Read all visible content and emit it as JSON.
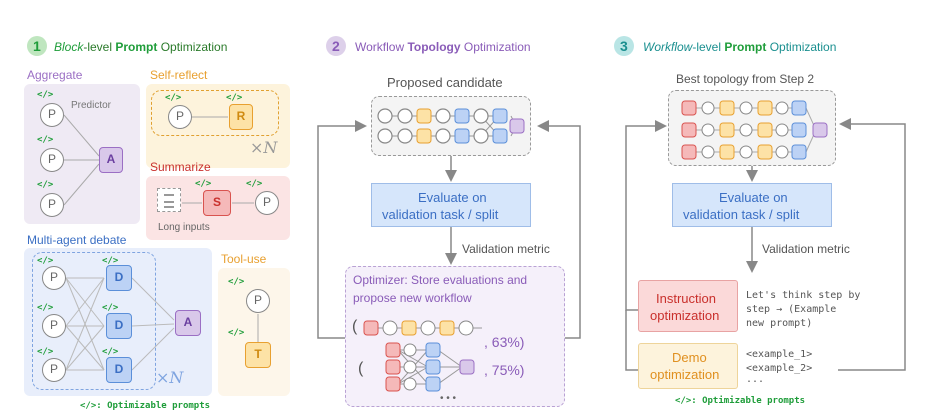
{
  "step1": {
    "number": "1",
    "title_italic": "Block",
    "title_mid": "-level ",
    "title_bold": "Prompt",
    "title_end": " Optimization",
    "aggregate": {
      "label": "Aggregate",
      "predictor": "Predictor",
      "node_p": "P",
      "node_a": "A"
    },
    "self_reflect": {
      "label": "Self-reflect",
      "node_p": "P",
      "node_r": "R",
      "times": "×N"
    },
    "summarize": {
      "label": "Summarize",
      "node_s": "S",
      "node_p": "P",
      "long_inputs": "Long inputs"
    },
    "debate": {
      "label": "Multi-agent debate",
      "node_p": "P",
      "node_d": "D",
      "node_a": "A",
      "times": "×N"
    },
    "tool_use": {
      "label": "Tool-use",
      "node_p": "P",
      "node_t": "T"
    },
    "code_tag": "</>",
    "footnote": "</>: Optimizable prompts"
  },
  "step2": {
    "number": "2",
    "title_start": "Workflow ",
    "title_bold": "Topology",
    "title_end": " Optimization",
    "proposed": "Proposed candidate",
    "evaluate_line1": "Evaluate on",
    "evaluate_line2": "validation task / split",
    "metric": "Validation metric",
    "optimizer_line1": "Optimizer: Store evaluations and",
    "optimizer_line2": "propose new workflow",
    "score1": ", 63%)",
    "score2": ", 75%)",
    "paren": "(",
    "ellipsis": "• • •"
  },
  "step3": {
    "number": "3",
    "title_italic": "Workflow",
    "title_mid": "-level ",
    "title_bold": "Prompt",
    "title_end": " Optimization",
    "best": "Best topology from Step 2",
    "evaluate_line1": "Evaluate on",
    "evaluate_line2": "validation task / split",
    "metric": "Validation metric",
    "instruction_line1": "Instruction",
    "instruction_line2": "optimization",
    "instruction_example_line1": "Let's think step by",
    "instruction_example_line2": "step → (Example",
    "instruction_example_line3": "new prompt)",
    "demo_line1": "Demo",
    "demo_line2": "optimization",
    "demo_example_line1": "<example_1>",
    "demo_example_line2": "<example_2>",
    "demo_example_line3": "...",
    "footnote": "</>: Optimizable prompts"
  },
  "colors": {
    "green": "#1f9d3a",
    "purple": "#9b6fc4",
    "blue": "#5b8fd9",
    "orange": "#f0a830",
    "red": "#d9534f",
    "aggregate_bg": "#efeaf4",
    "selfreflect_bg": "#fdf3dc",
    "summarize_bg": "#fbe4e4",
    "debate_bg": "#e8eefb",
    "tooluse_bg": "#fdf6ea"
  }
}
